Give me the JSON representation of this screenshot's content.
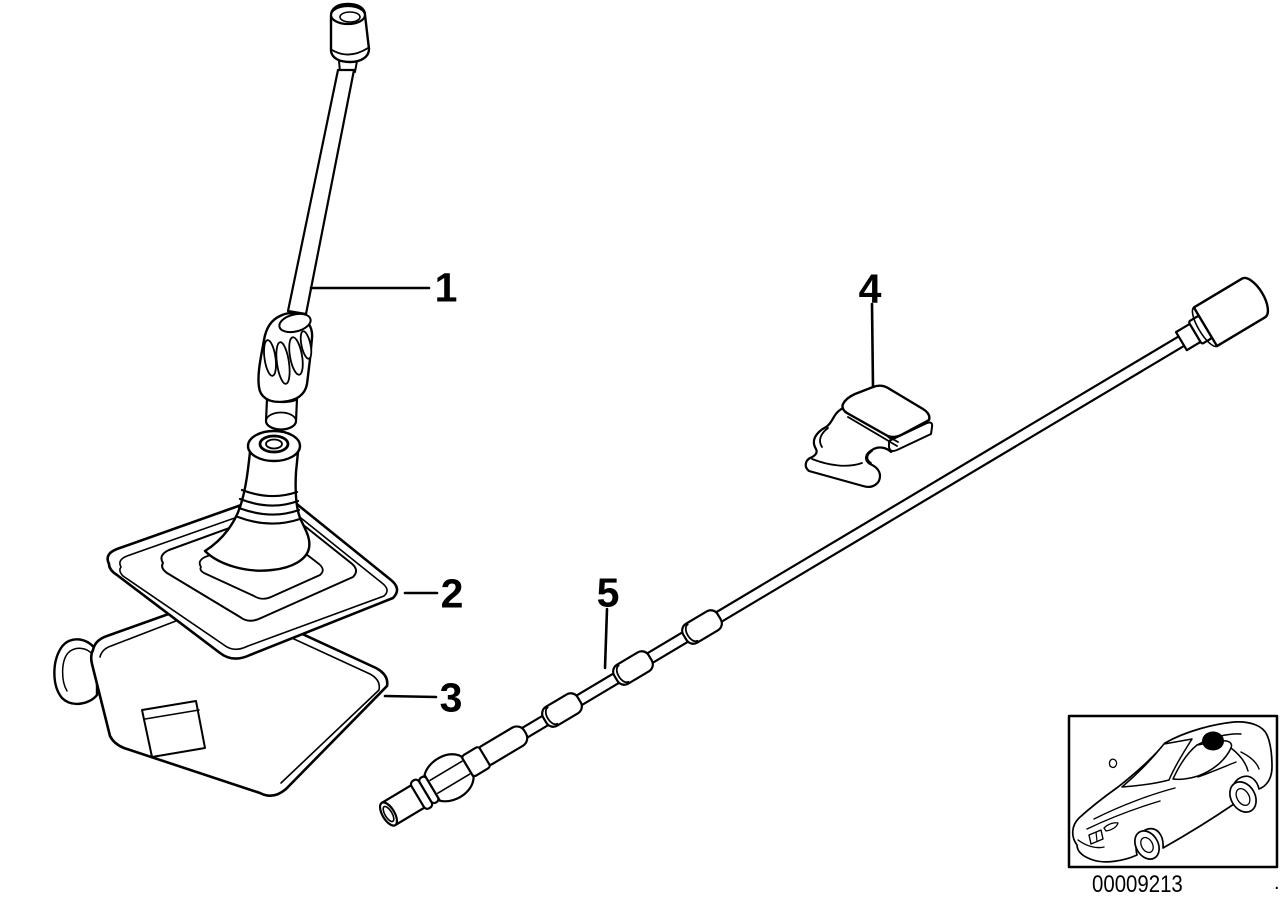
{
  "diagram": {
    "callouts": [
      {
        "label": "1"
      },
      {
        "label": "2"
      },
      {
        "label": "3"
      },
      {
        "label": "4"
      },
      {
        "label": "5"
      }
    ],
    "drawing_number": "00009213",
    "stray_mark": ".",
    "colors": {
      "line": "#000000",
      "background": "#ffffff",
      "location_marker": "#000000"
    }
  }
}
